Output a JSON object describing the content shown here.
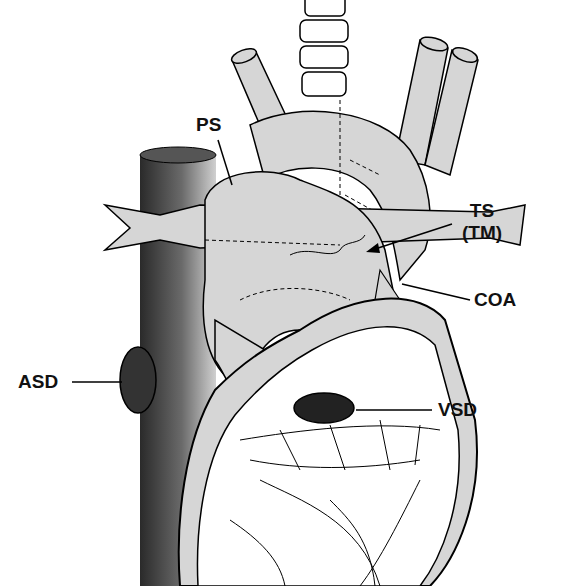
{
  "diagram": {
    "labels": [
      "PS",
      "TS (TM)",
      "COA",
      "ASD",
      "VSD"
    ]
  }
}
